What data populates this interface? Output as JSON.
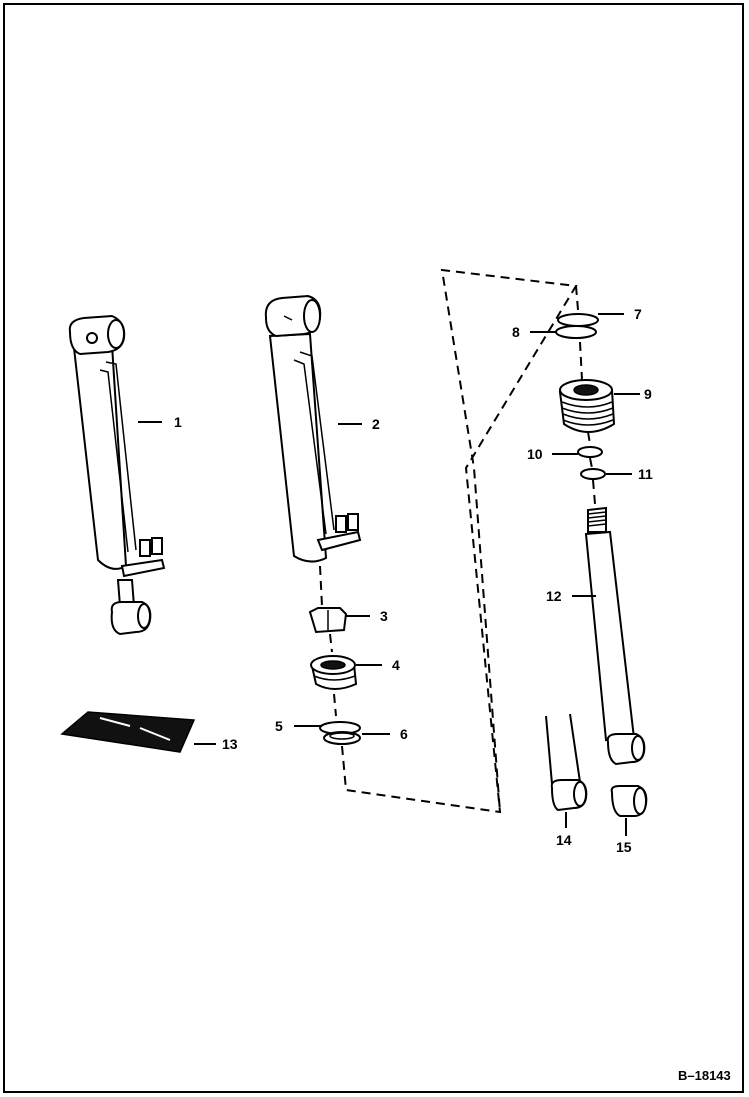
{
  "diagram": {
    "reference": "B–18143",
    "callouts": [
      {
        "number": "1"
      },
      {
        "number": "2"
      },
      {
        "number": "3"
      },
      {
        "number": "4"
      },
      {
        "number": "5"
      },
      {
        "number": "6"
      },
      {
        "number": "7"
      },
      {
        "number": "8"
      },
      {
        "number": "9"
      },
      {
        "number": "10"
      },
      {
        "number": "11"
      },
      {
        "number": "12"
      },
      {
        "number": "13"
      },
      {
        "number": "14"
      },
      {
        "number": "15"
      }
    ]
  }
}
